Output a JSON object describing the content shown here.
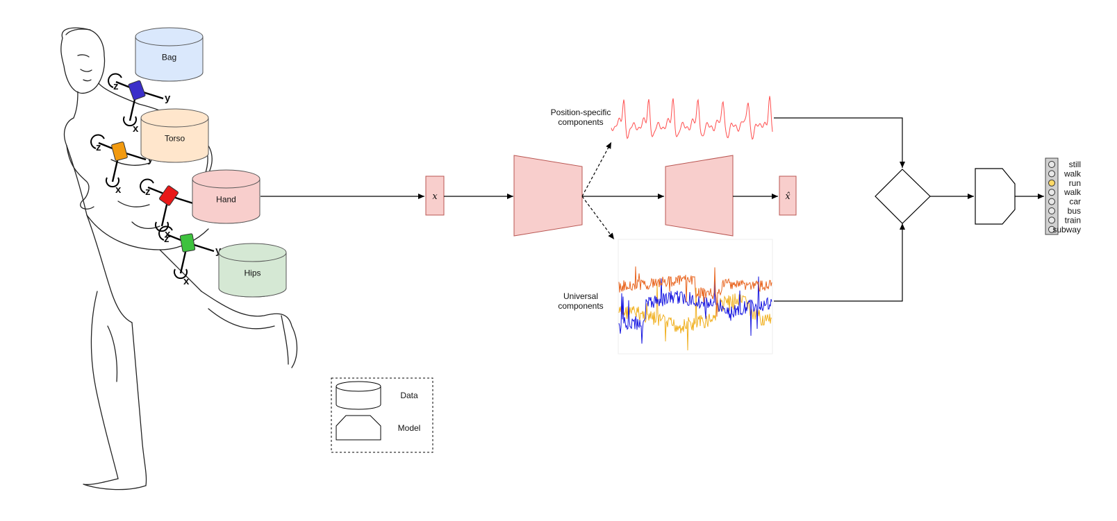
{
  "data_stores": [
    {
      "label": "Bag",
      "fill": "#dae8fc"
    },
    {
      "label": "Torso",
      "fill": "#ffe6cc"
    },
    {
      "label": "Hand",
      "fill": "#f8cecc"
    },
    {
      "label": "Hips",
      "fill": "#d5e8d4"
    }
  ],
  "sensor_axes": [
    "x",
    "y",
    "z"
  ],
  "sensor_colors": [
    "#3b2fc9",
    "#f29a0f",
    "#e81919",
    "#3ec23e"
  ],
  "input_label": "x",
  "output_label": "x̂",
  "position_specific_label_1": "Position-specific",
  "position_specific_label_2": "components",
  "universal_label_1": "Universal",
  "universal_label_2": "components",
  "class_labels": [
    "still",
    "walk",
    "run",
    "walk",
    "car",
    "bus",
    "train",
    "subway"
  ],
  "highlighted_class_index": 2,
  "legend": {
    "data_label": "Data",
    "model_label": "Model"
  },
  "colors": {
    "autoencoder_fill": "#f8cecc",
    "autoencoder_stroke": "#b85450",
    "position_signal": "#ff4d4d",
    "universal_signal_orange": "#e8641e",
    "universal_signal_blue": "#1414e0",
    "universal_signal_yellow": "#f0b020",
    "highlight": "#ffd966"
  }
}
